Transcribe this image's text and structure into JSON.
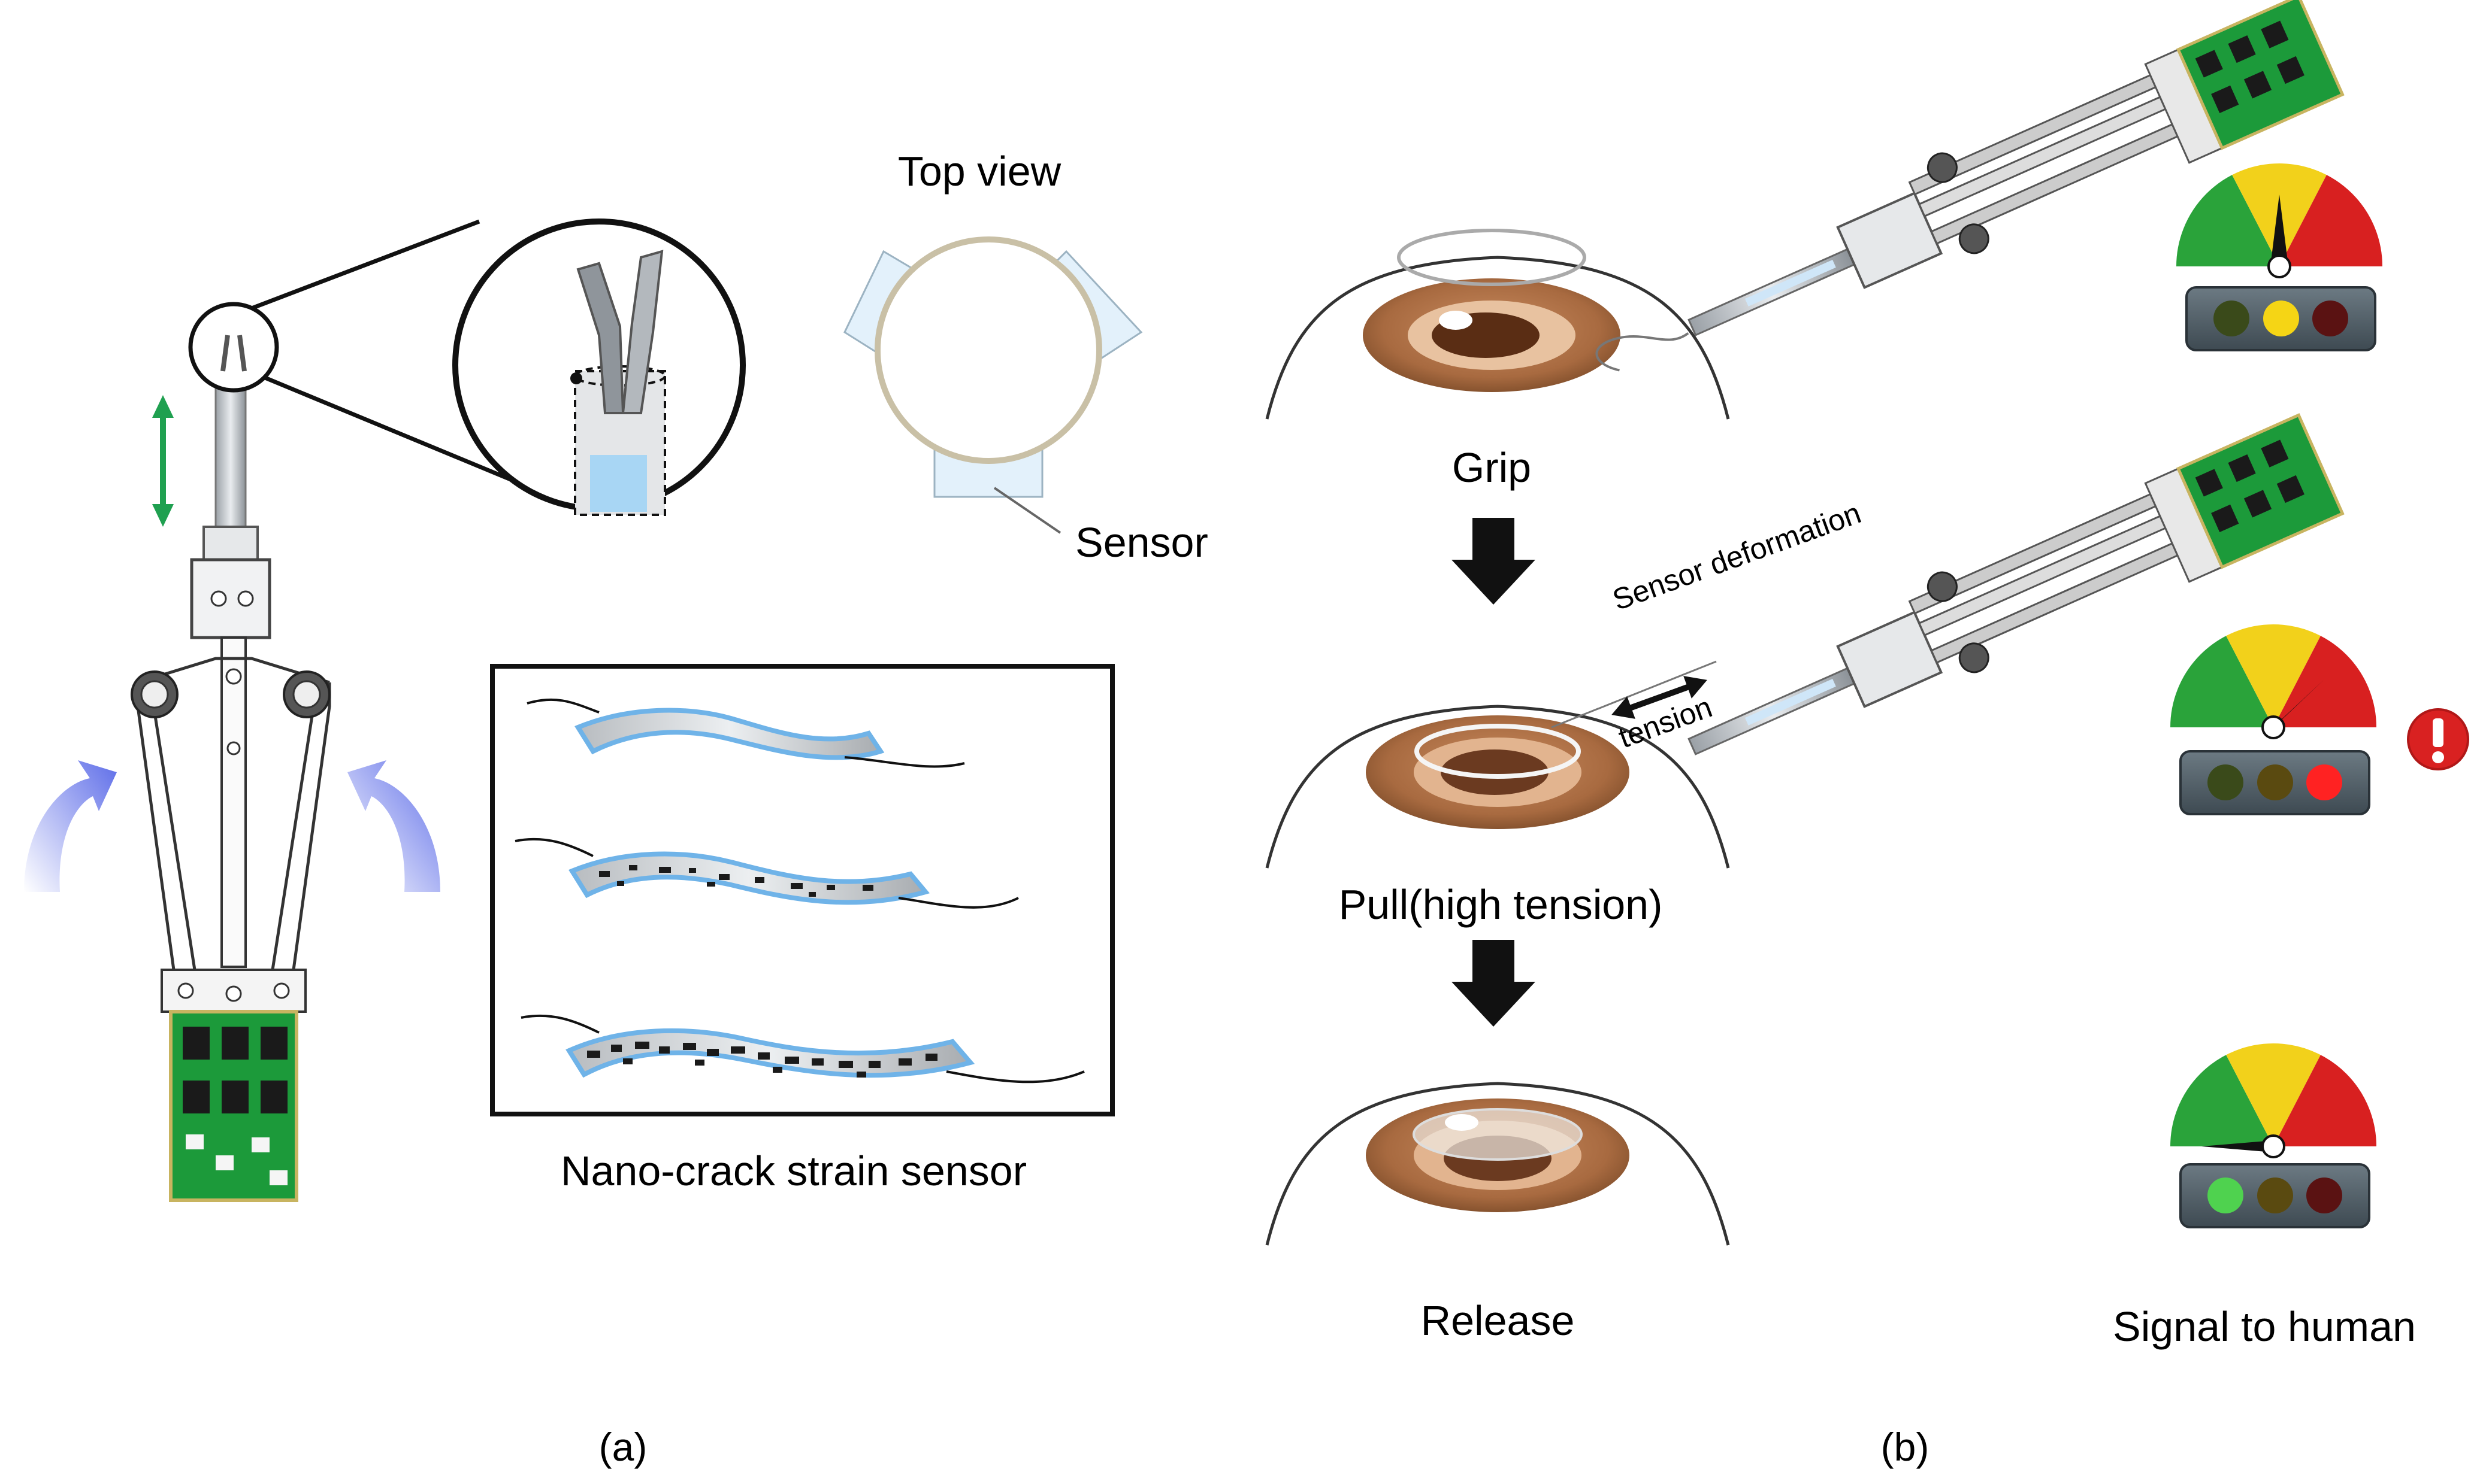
{
  "panel_a": {
    "label": "(a)",
    "top_view_label": "Top view",
    "sensor_label": "Sensor",
    "inset_caption": "Nano-crack strain sensor"
  },
  "panel_b": {
    "label": "(b)",
    "steps": [
      {
        "caption": "Grip",
        "gauge_level": "medium",
        "active_light": "yellow"
      },
      {
        "caption": "Pull(high tension)",
        "gauge_level": "high",
        "active_light": "red",
        "warning": true
      },
      {
        "caption": "Release",
        "gauge_level": "low",
        "active_light": "green"
      }
    ],
    "sensor_deformation_label": "Sensor deformation",
    "tension_label": "tension",
    "signal_caption": "Signal to human"
  },
  "colors": {
    "gauge_green": "#2aa33a",
    "gauge_yellow": "#f2d11b",
    "gauge_red": "#d82020",
    "eye_brown": "#b7794e",
    "pcb_green": "#1c9a3a",
    "sensor_blue": "#7fc0ee",
    "arrow_blue": "#5060e0",
    "double_arrow_green": "#1fa050",
    "warning_red": "#d92121"
  }
}
